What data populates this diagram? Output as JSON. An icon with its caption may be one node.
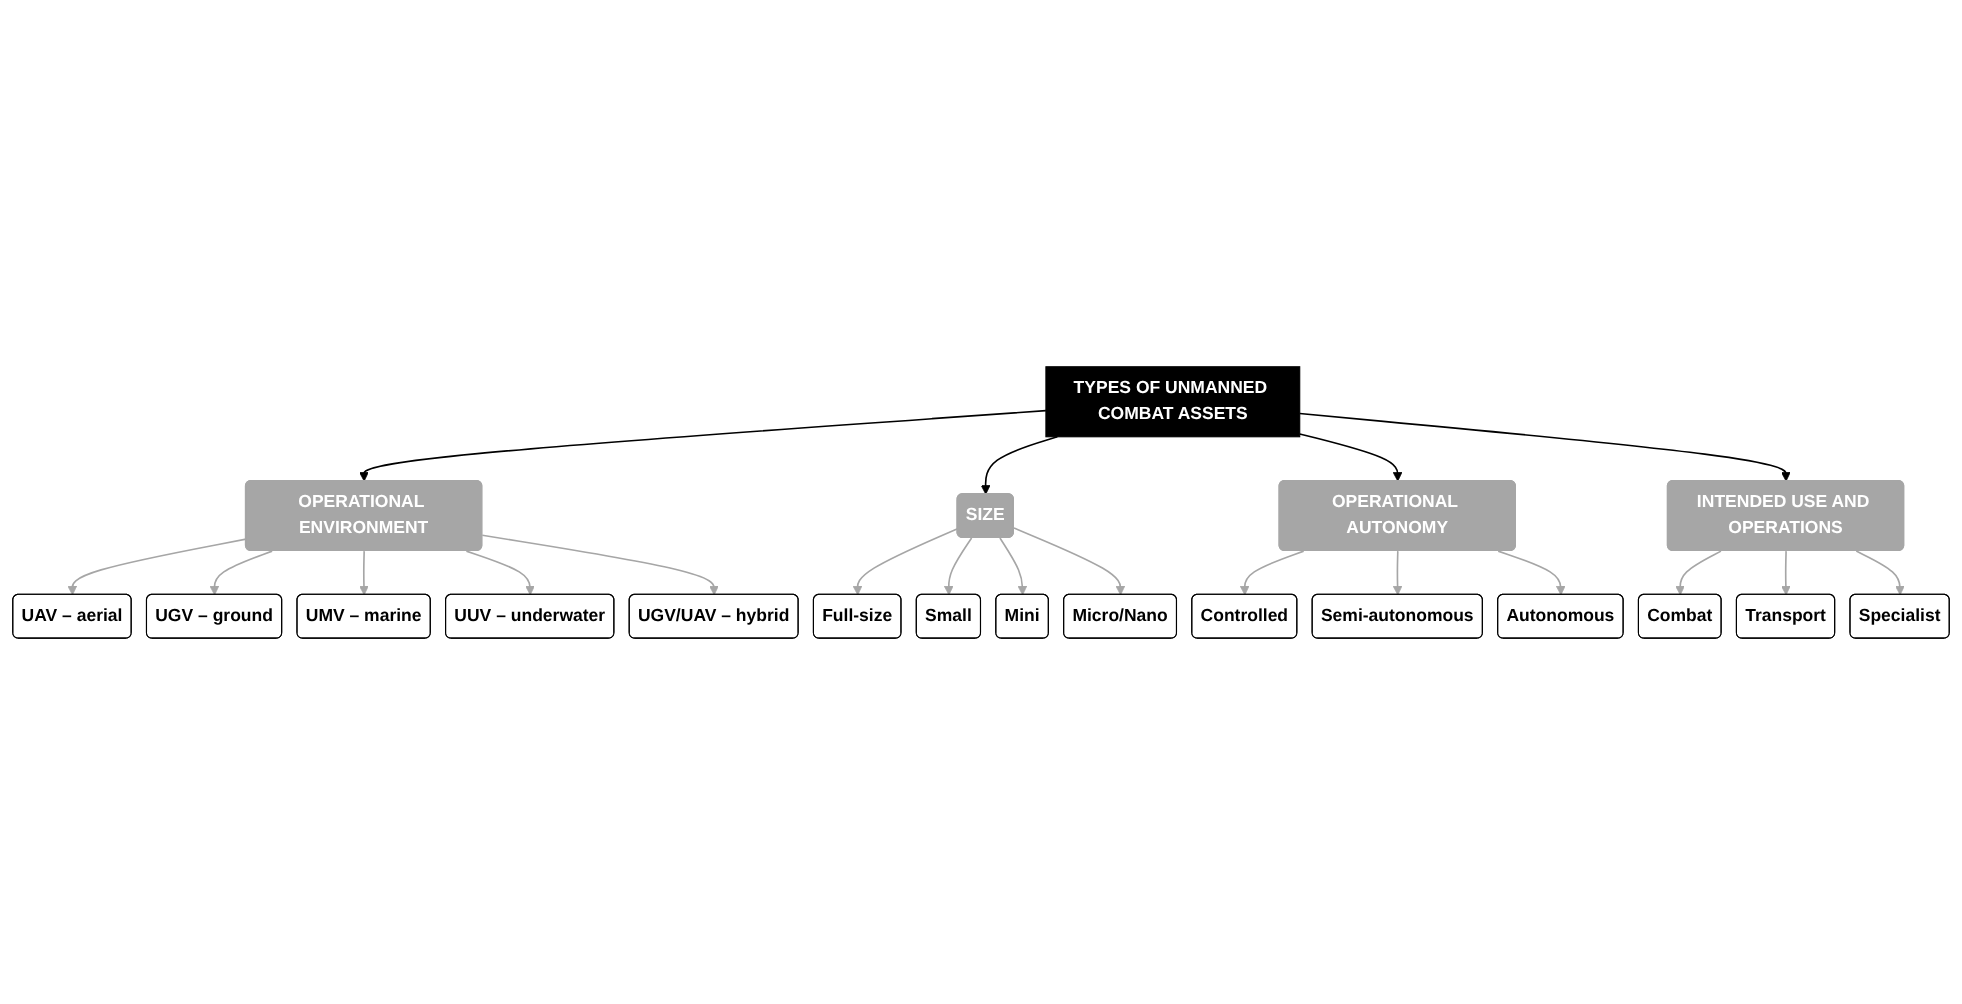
{
  "diagram": {
    "nodes": [
      {
        "text": [
          "TYPES OF UNMANNED COMBAT ASSETS"
        ]
      },
      {
        "text": [
          "OPERATIONAL ENVIRONMENT"
        ]
      },
      {
        "text": [
          "SIZE"
        ]
      },
      {
        "text": [
          "OPERATIONAL AUTONOMY"
        ]
      },
      {
        "text": [
          "INTENDED USE AND OPERATIONS"
        ]
      },
      {
        "text": [
          "UAV – aerial"
        ]
      },
      {
        "text": [
          "UGV – ground"
        ]
      },
      {
        "text": [
          "UMV – marine"
        ]
      },
      {
        "text": [
          "UUV – underwater"
        ]
      },
      {
        "text": [
          "UGV/UAV – hybrid"
        ]
      },
      {
        "text": [
          "Full-size"
        ]
      },
      {
        "text": [
          "Small"
        ]
      },
      {
        "text": [
          "Mini"
        ]
      },
      {
        "text": [
          "Micro/Nano"
        ]
      },
      {
        "text": [
          "Controlled"
        ]
      },
      {
        "text": [
          "Semi-autonomous"
        ]
      },
      {
        "text": [
          "Autonomous"
        ]
      },
      {
        "text": [
          "Combat"
        ]
      },
      {
        "text": [
          "Transport"
        ]
      },
      {
        "text": [
          "Specialist"
        ]
      }
    ],
    "edges": [
      {
        "from": 0,
        "to": 1,
        "arrow": "to",
        "color": "#000000"
      },
      {
        "from": 0,
        "to": 2,
        "arrow": "to",
        "color": "#000000"
      },
      {
        "from": 0,
        "to": 3,
        "arrow": "to",
        "color": "#000000"
      },
      {
        "from": 0,
        "to": 4,
        "arrow": "to",
        "color": "#000000"
      },
      {
        "from": 1,
        "to": 5,
        "arrow": "to"
      },
      {
        "from": 1,
        "to": 6,
        "arrow": "to"
      },
      {
        "from": 1,
        "to": 7,
        "arrow": "to"
      },
      {
        "from": 1,
        "to": 8,
        "arrow": "to"
      },
      {
        "from": 1,
        "to": 9,
        "arrow": "to"
      },
      {
        "from": 2,
        "to": 10,
        "arrow": "to"
      },
      {
        "from": 2,
        "to": 11,
        "arrow": "to"
      },
      {
        "from": 2,
        "to": 12,
        "arrow": "to"
      },
      {
        "from": 2,
        "to": 13,
        "arrow": "to"
      },
      {
        "from": 3,
        "to": 14,
        "arrow": "to"
      },
      {
        "from": 3,
        "to": 15,
        "arrow": "to"
      },
      {
        "from": 3,
        "to": 16,
        "arrow": "to"
      },
      {
        "from": 4,
        "to": 17,
        "arrow": "to"
      },
      {
        "from": 4,
        "to": 18,
        "arrow": "to"
      },
      {
        "from": 4,
        "to": 19,
        "arrow": "to"
      }
    ]
  }
}
